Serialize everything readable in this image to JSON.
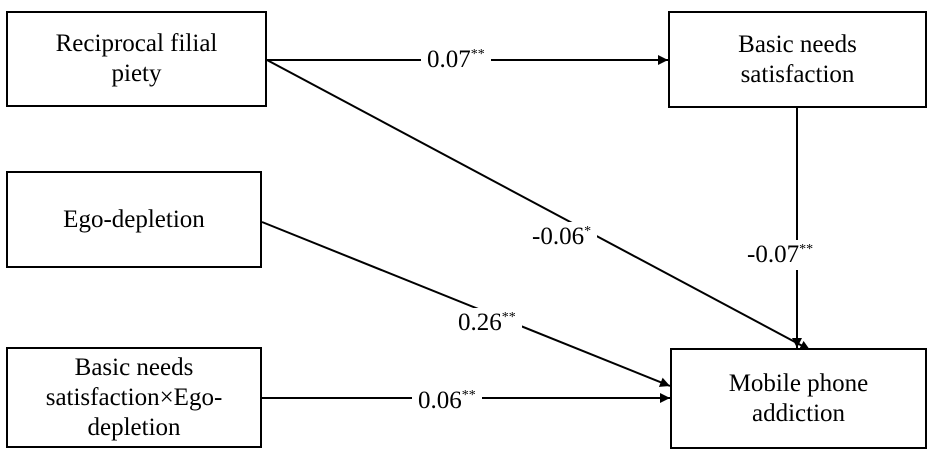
{
  "nodes": {
    "reciprocal": {
      "lines": [
        "Reciprocal filial",
        "piety"
      ]
    },
    "basic_needs": {
      "lines": [
        "Basic needs",
        "satisfaction"
      ]
    },
    "ego": {
      "lines": [
        "Ego-depletion"
      ]
    },
    "interaction": {
      "lines": [
        "Basic needs",
        "satisfaction×Ego-",
        "depletion"
      ]
    },
    "mpa": {
      "lines": [
        "Mobile phone",
        "addiction"
      ]
    }
  },
  "paths": {
    "rfp_to_bns": {
      "value": "0.07",
      "sig": "**"
    },
    "rfp_to_mpa": {
      "value": "-0.06",
      "sig": "*"
    },
    "ego_to_mpa": {
      "value": "0.26",
      "sig": "**"
    },
    "bns_to_mpa": {
      "value": "-0.07",
      "sig": "**"
    },
    "int_to_mpa": {
      "value": "0.06",
      "sig": "**"
    }
  }
}
